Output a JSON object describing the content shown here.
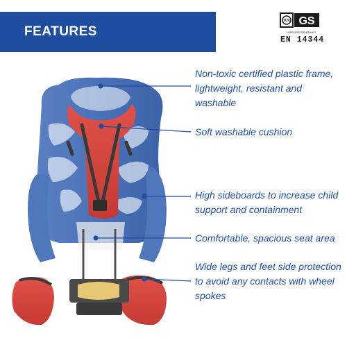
{
  "header": {
    "title": "FEATURES"
  },
  "certification": {
    "mark_text": "GS",
    "badge_text": "TÜV",
    "small_text": "GEPRÜFTE SICHERHEIT",
    "standard": "EN 14344"
  },
  "features": [
    {
      "text": "Non-toxic certified plastic frame, lightweight, resistant and washable"
    },
    {
      "text": "Soft washable cushion"
    },
    {
      "text": "High sideboards to increase child support and containment"
    },
    {
      "text": "Comfortable, spacious seat area"
    },
    {
      "text": "Wide legs and feet side protection to avoid any contacts with wheel spokes"
    }
  ],
  "colors": {
    "brand_blue": "#1f4ea1",
    "seat_shell": "#4a72b8",
    "cushion_red": "#d9473f",
    "strap": "#3a3a3a",
    "pedal_yellow": "#e8c774"
  }
}
